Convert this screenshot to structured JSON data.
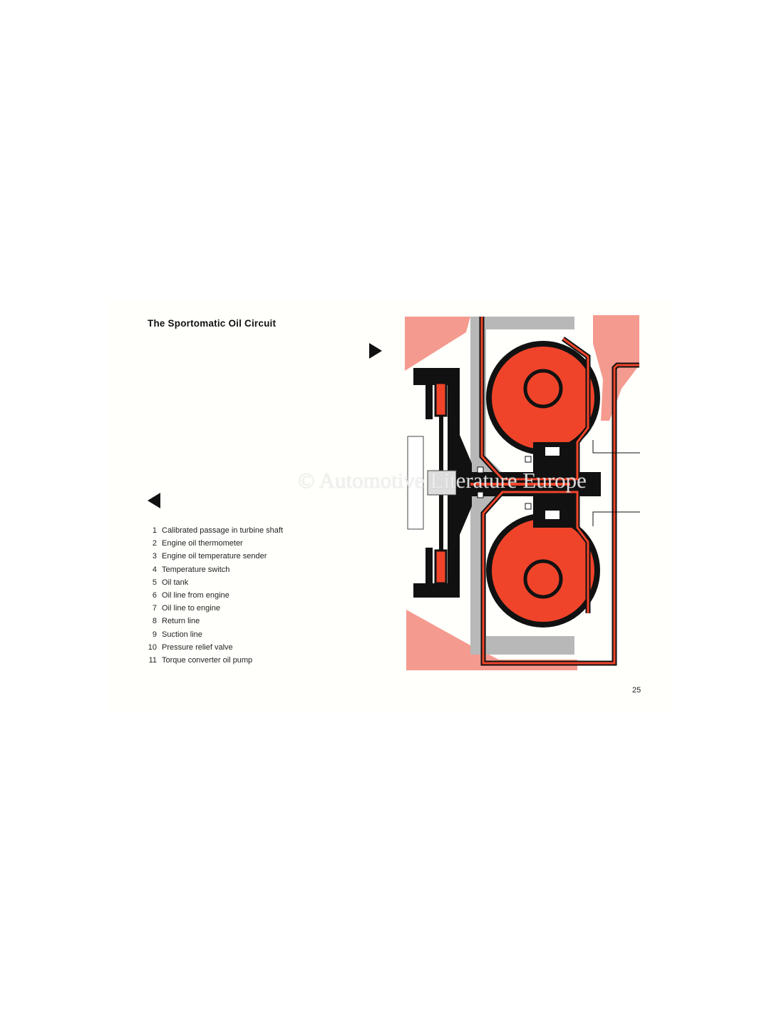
{
  "title": "The Sportomatic Oil Circuit",
  "legend": [
    {
      "num": "1",
      "label": "Calibrated passage in turbine shaft"
    },
    {
      "num": "2",
      "label": "Engine oil thermometer"
    },
    {
      "num": "3",
      "label": "Engine oil temperature sender"
    },
    {
      "num": "4",
      "label": "Temperature switch"
    },
    {
      "num": "5",
      "label": "Oil tank"
    },
    {
      "num": "6",
      "label": "Oil line from engine"
    },
    {
      "num": "7",
      "label": "Oil line to engine"
    },
    {
      "num": "8",
      "label": "Return line"
    },
    {
      "num": "9",
      "label": "Suction line"
    },
    {
      "num": "10",
      "label": "Pressure relief valve"
    },
    {
      "num": "11",
      "label": "Torque converter oil pump"
    }
  ],
  "page_number": "25",
  "watermark": "© Automotive Literature Europe",
  "colors": {
    "oil_red": "#f0442a",
    "pink": "#f59a8f",
    "gray": "#b8b8b8",
    "black": "#111111"
  }
}
